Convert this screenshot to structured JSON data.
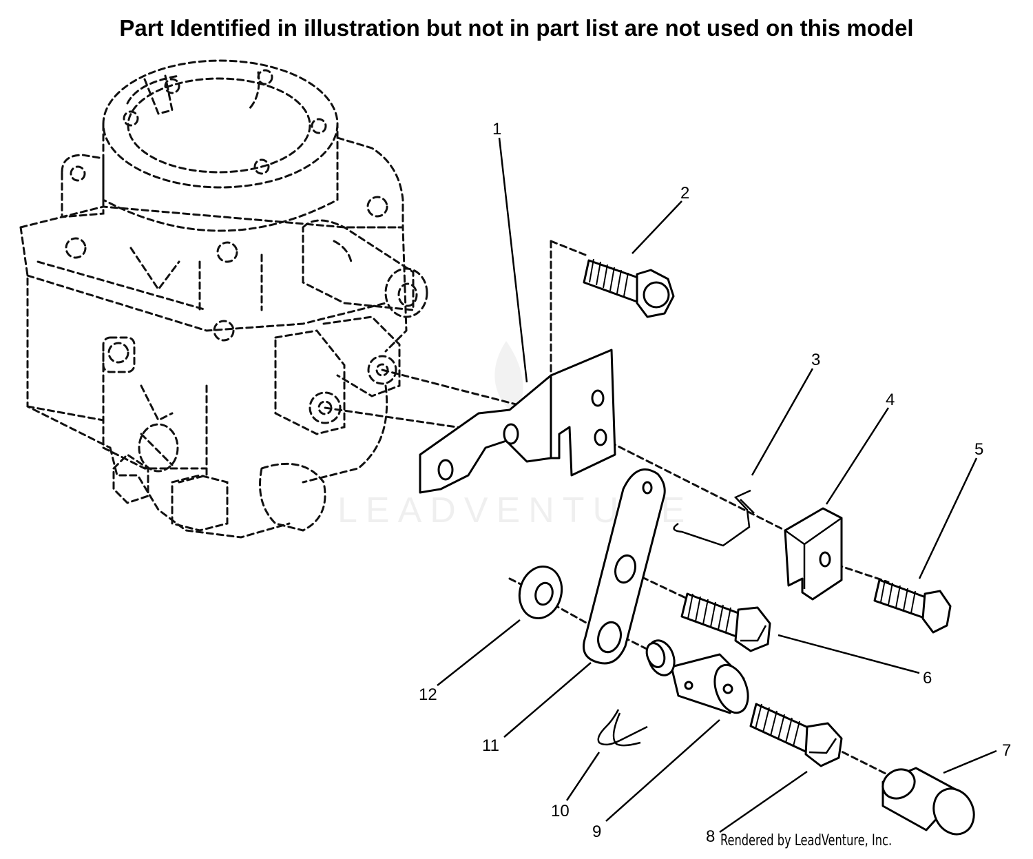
{
  "header": {
    "title": "Part Identified in illustration but not in part list are not used on this model"
  },
  "watermark": {
    "text": "LEADVENTURE"
  },
  "callouts": [
    {
      "number": "1"
    },
    {
      "number": "2"
    },
    {
      "number": "3"
    },
    {
      "number": "4"
    },
    {
      "number": "5"
    },
    {
      "number": "6"
    },
    {
      "number": "7"
    },
    {
      "number": "8"
    },
    {
      "number": "9"
    },
    {
      "number": "10"
    },
    {
      "number": "11"
    },
    {
      "number": "12"
    }
  ],
  "footer": {
    "credit": "Rendered by LeadVenture, Inc."
  }
}
